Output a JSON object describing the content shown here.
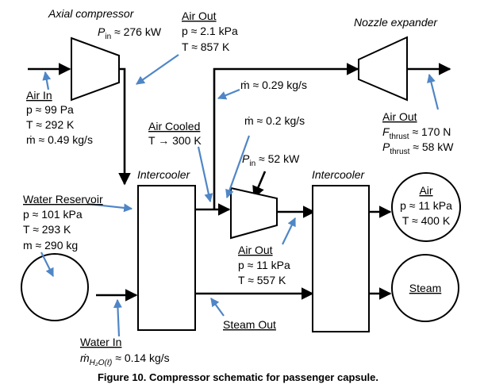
{
  "labels": {
    "axial_compressor": "Axial compressor",
    "nozzle_expander": "Nozzle expander",
    "intercooler_left": "Intercooler",
    "intercooler_right": "Intercooler",
    "caption": "Figure 10. Compressor schematic for passenger capsule."
  },
  "compressor1": {
    "p_in_sym": "P",
    "p_in_sub": "in",
    "p_in_val": " ≈ 276 kW"
  },
  "air_in": {
    "title": "Air In",
    "pressure": "p ≈ 99 Pa",
    "temperature": "T ≈ 292 K",
    "mass_flow": "ṁ ≈ 0.49 kg/s"
  },
  "air_out_top": {
    "title": "Air Out",
    "pressure": "p ≈ 2.1 kPa",
    "temperature": "T ≈ 857 K"
  },
  "split_flow": {
    "mass_flow": "ṁ ≈ 0.29 kg/s"
  },
  "second_flow": {
    "mass_flow": "ṁ ≈ 0.2 kg/s"
  },
  "air_cooled": {
    "title": "Air Cooled",
    "temperature": "T → 300 K"
  },
  "compressor2": {
    "p_in_sym": "P",
    "p_in_sub": "in",
    "p_in_val": " ≈ 52 kW"
  },
  "nozzle_out": {
    "title": "Air Out",
    "thrust_sym": "F",
    "thrust_sub": "thrust",
    "thrust_val": " ≈ 170 N",
    "power_sym": "P",
    "power_sub": "thrust",
    "power_val": " ≈ 58 kW"
  },
  "water_reservoir": {
    "title": "Water Reservoir",
    "pressure": "p ≈ 101 kPa",
    "temperature": "T ≈ 293 K",
    "mass": "m ≈ 290 kg"
  },
  "air_out_mid": {
    "title": "Air Out",
    "pressure": "p ≈ 11 kPa",
    "temperature": "T ≈ 557 K"
  },
  "air_tank": {
    "title": "Air",
    "pressure": "p ≈ 11 kPa",
    "temperature": "T ≈ 400 K"
  },
  "steam_tank": {
    "title": "Steam"
  },
  "steam_out": {
    "title": "Steam Out"
  },
  "water_in": {
    "title": "Water  In",
    "mdot_sym": "ṁ",
    "mdot_sub": "H₂O(ℓ)",
    "mdot_val": " ≈ 0.14 kg/s"
  }
}
